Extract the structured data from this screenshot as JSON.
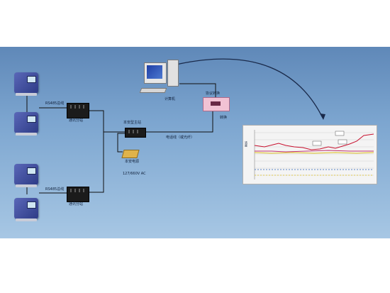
{
  "diagram": {
    "labels": {
      "computer": "计算机",
      "converter": "协议转换",
      "relay_unit": "转换",
      "bus_top": "RS485总线",
      "serial_top": "通讯分站",
      "bus_bottom": "RS485总线",
      "serial_bottom": "通讯分站",
      "main_controller": "本安型主站",
      "cable": "电话线（或光纤）",
      "power": "本安电源",
      "power_spec": "127/660V AC",
      "chart_axis": "浓度"
    },
    "colors": {
      "background": "#7aa3cf",
      "line": "#101010",
      "curve_red": "#c8102e",
      "curve_yellow": "#e0c020",
      "curve_blue": "#2b5fb4",
      "curve_magenta": "#c0306a"
    },
    "icons": [
      "sensor-unit-icon",
      "communication-hub-icon",
      "computer-icon",
      "protocol-converter-icon",
      "power-supply-icon",
      "trend-chart-icon"
    ]
  }
}
